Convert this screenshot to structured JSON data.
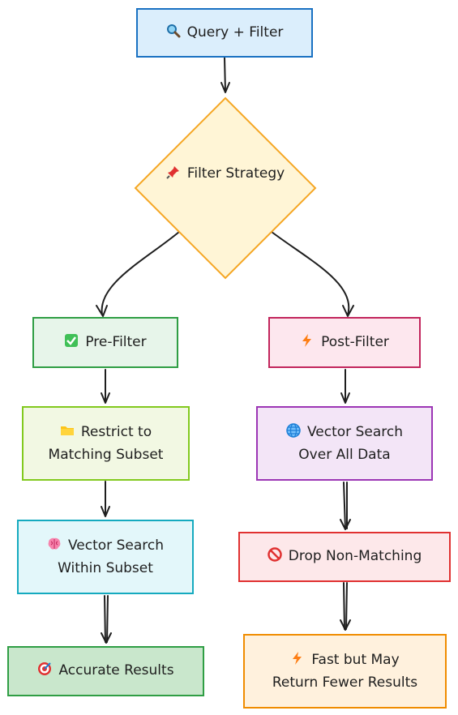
{
  "nodes": {
    "query": {
      "line1": "Query + Filter",
      "fill": "#dbeefc",
      "stroke": "#1971c2"
    },
    "strategy": {
      "line1": "Filter",
      "line2": "Strategy",
      "fill": "#fff5d6",
      "stroke": "#f5a623"
    },
    "pre_filter": {
      "line1": "Pre-Filter",
      "fill": "#e7f5ea",
      "stroke": "#2f9e44"
    },
    "post_filter": {
      "line1": "Post-Filter",
      "fill": "#fde7ee",
      "stroke": "#c2255c"
    },
    "restrict": {
      "line1": "Restrict to",
      "line2": "Matching Subset",
      "fill": "#f2f8e3",
      "stroke": "#82c91e"
    },
    "vector_all": {
      "line1": "Vector Search",
      "line2": "Over All Data",
      "fill": "#f3e5f7",
      "stroke": "#9c36b5"
    },
    "vector_subset": {
      "line1": "Vector Search",
      "line2": "Within Subset",
      "fill": "#e3f7fa",
      "stroke": "#15aabf"
    },
    "drop": {
      "line1": "Drop Non-Matching",
      "fill": "#fde8ea",
      "stroke": "#e03131"
    },
    "accurate": {
      "line1": "Accurate Results",
      "fill": "#c9e7cc",
      "stroke": "#2f9e44"
    },
    "fast": {
      "line1": "Fast but May",
      "line2": "Return Fewer Results",
      "fill": "#fff1dd",
      "stroke": "#f08c00"
    }
  },
  "icons": {
    "query": "magnifier-icon",
    "strategy": "pushpin-icon",
    "pre_filter": "check-box-icon",
    "post_filter": "lightning-icon",
    "restrict": "folder-icon",
    "vector_all": "globe-icon",
    "vector_subset": "brain-icon",
    "drop": "no-entry-icon",
    "accurate": "target-icon",
    "fast": "lightning-icon"
  },
  "edge_color": "#1e1e1e"
}
